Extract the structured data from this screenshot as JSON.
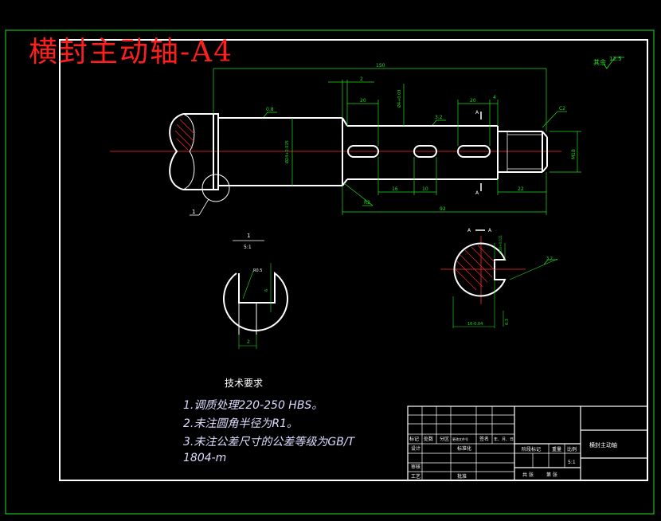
{
  "title": "横封主动轴-A4",
  "roughness_other": "其余",
  "roughness_other_value": "12.5",
  "dimensions": {
    "d150": "150",
    "d2": "2",
    "d20a": "20",
    "d20b": "20",
    "d4": "4",
    "c2": "C2",
    "d08": "0.8",
    "d32": "3.2",
    "m18": "M18",
    "d16": "16",
    "d10": "10",
    "d22": "22",
    "r2": "R2",
    "d92": "92",
    "tol_v": "Ø24+0.015",
    "tol_v2": "Ø20+0.021",
    "tol_top": "Ø4+0.03",
    "r05": "R0.5",
    "d6": "6",
    "d2small": "2",
    "d63": "6.3",
    "d32b": "3.2",
    "bottom_dim": "16-0.04"
  },
  "labels": {
    "leader_1": "1",
    "detail_1": "1",
    "detail_scale": "5:1",
    "section_a_left": "A",
    "section_a_right": "A",
    "cut_a_top": "A",
    "cut_a_bottom": "A"
  },
  "tech_requirements": {
    "heading": "技术要求",
    "lines": [
      "1.调质处理220-250 HBS。",
      "2.未注圆角半径为R1。",
      "3.未注公差尺寸的公差等级为GB/T",
      "1804-m"
    ]
  },
  "title_block": {
    "part_name": "横封主动轴",
    "row1": [
      "标记",
      "处数",
      "分区",
      "更改文件号",
      "签名",
      "年、月、日"
    ],
    "row2": [
      "设计",
      "",
      "标准化",
      "",
      "",
      ""
    ],
    "row3": [
      "审核",
      "",
      "",
      "",
      "",
      ""
    ],
    "row4": [
      "工艺",
      "",
      "批准",
      "",
      "",
      ""
    ],
    "stage_label": "阶段标记",
    "weight_label": "重量",
    "scale_label": "比例",
    "scale_value": "5:1",
    "sheets": "共 张",
    "sheet_no": "第 张"
  },
  "colors": {
    "background": "#000000",
    "outline": "#ffffff",
    "dimension": "#22dd22",
    "centerline": "#ff2a2a",
    "hatch": "#ff2a2a",
    "title": "#ff1e1e",
    "text": "#dcdcff",
    "frame": "#22dd22"
  }
}
